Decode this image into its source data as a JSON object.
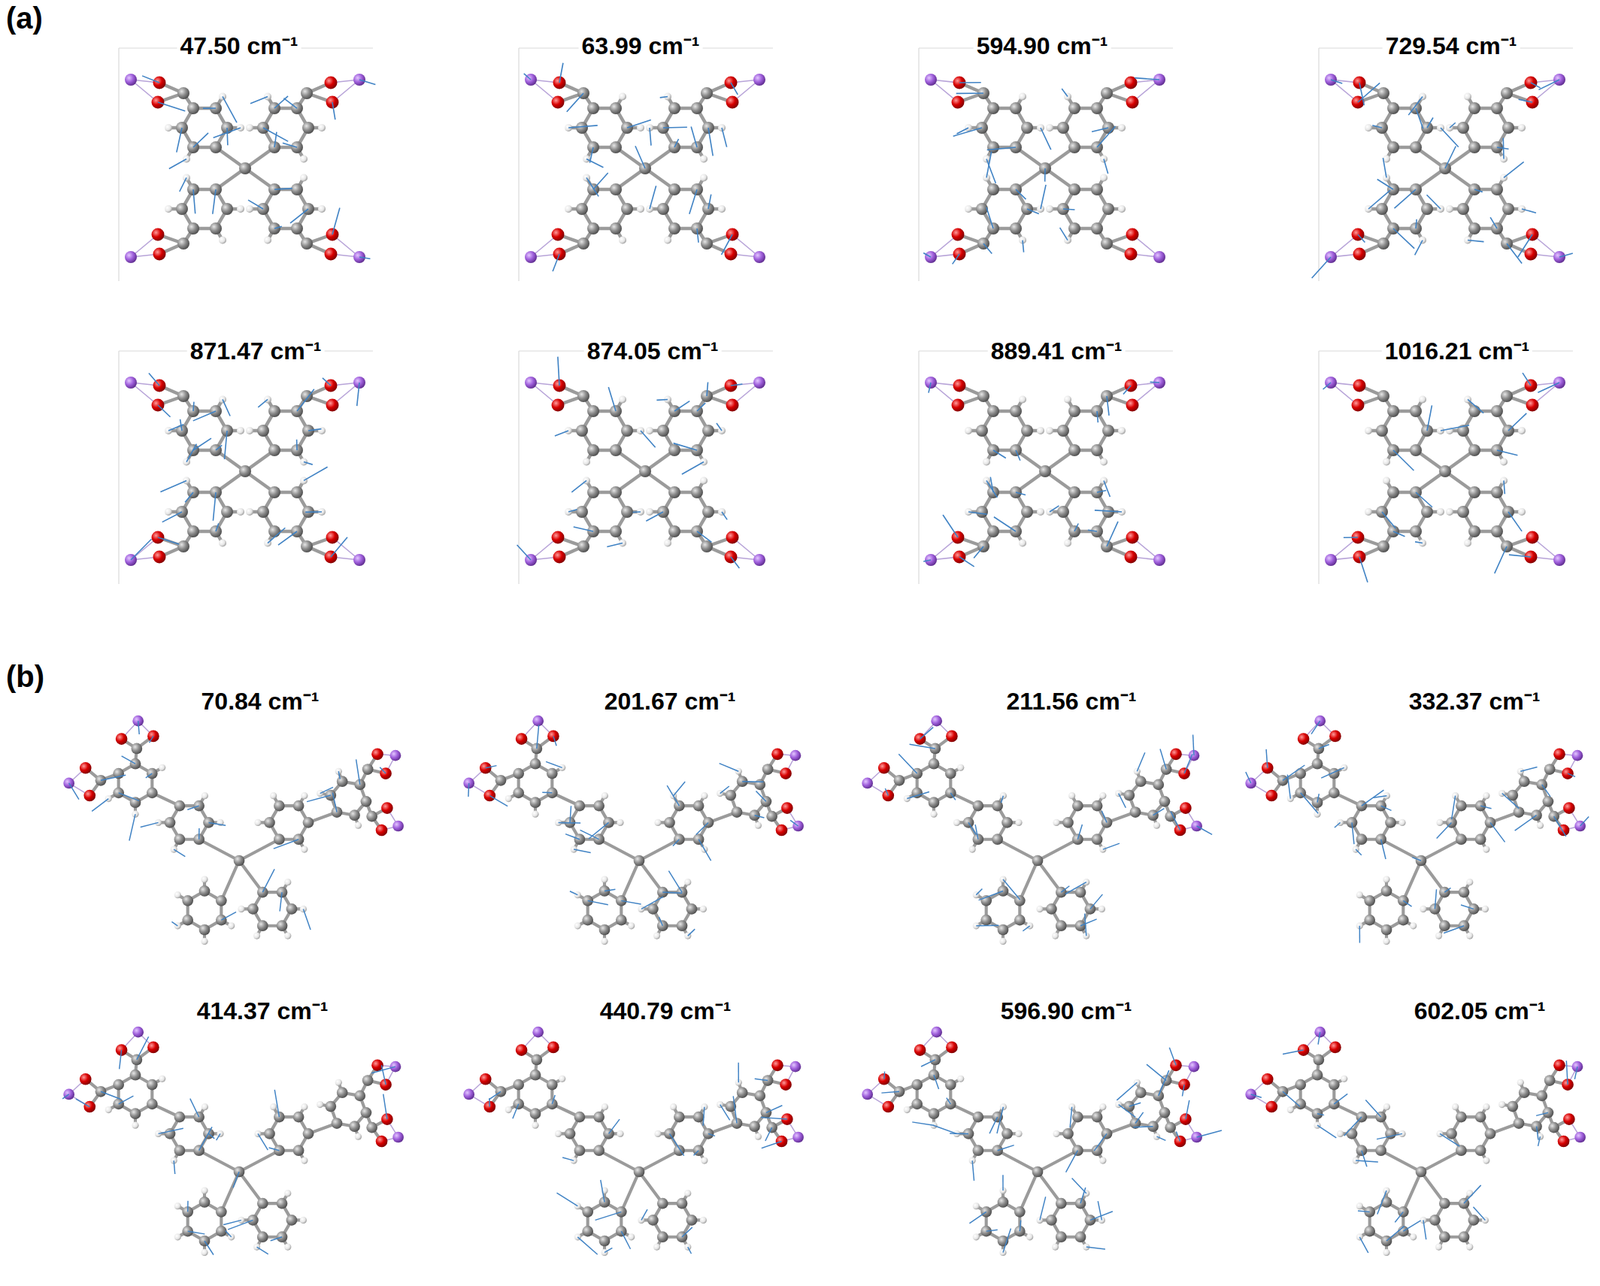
{
  "diagram": {
    "labels": [
      "(a)",
      "47.50 cm⁻¹",
      "63.99 cm⁻¹",
      "594.90 cm⁻¹",
      "729.54 cm⁻¹",
      "871.47 cm⁻¹",
      "874.05 cm⁻¹",
      "889.41 cm⁻¹",
      "1016.21 cm⁻¹",
      "(b)",
      "70.84 cm⁻¹",
      "201.67 cm⁻¹",
      "211.56 cm⁻¹",
      "332.37 cm⁻¹",
      "414.37 cm⁻¹",
      "440.79 cm⁻¹",
      "596.90 cm⁻¹",
      "602.05 cm⁻¹"
    ]
  }
}
